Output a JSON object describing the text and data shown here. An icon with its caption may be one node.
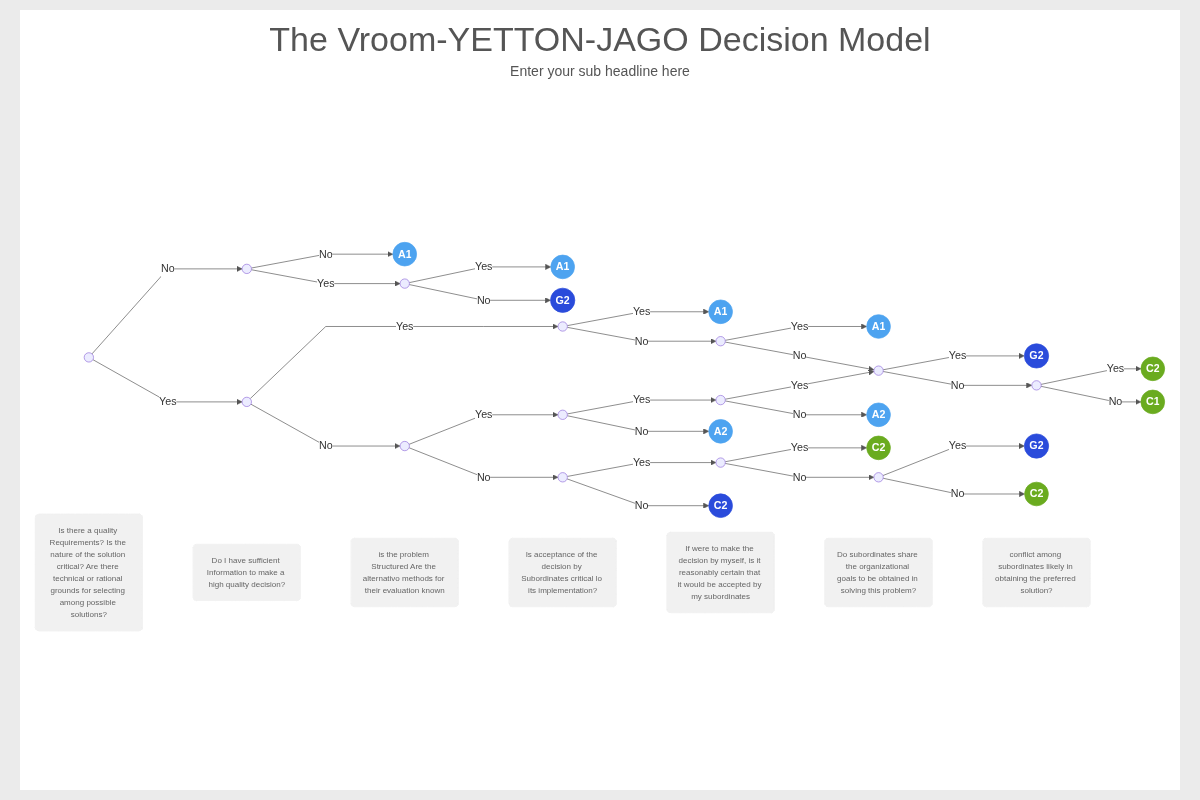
{
  "diagram": {
    "title": "The Vroom-YETTON-JAGO Decision Model",
    "nodes": [
      {
        "text": [],
        "shape": "circle"
      },
      {
        "text": [],
        "shape": "circle"
      },
      {
        "text": [],
        "shape": "circle"
      },
      {
        "text": [],
        "shape": "circle"
      },
      {
        "text": [],
        "shape": "circle"
      },
      {
        "text": [],
        "shape": "circle"
      },
      {
        "text": [],
        "shape": "circle"
      },
      {
        "text": [
          "A1"
        ]
      },
      {
        "text": [],
        "shape": "circle"
      },
      {
        "text": [
          "A1"
        ]
      },
      {
        "text": [],
        "shape": "circle"
      },
      {
        "text": [],
        "shape": "circle"
      },
      {
        "text": [
          "A2"
        ]
      },
      {
        "text": [
          "C2"
        ]
      },
      {
        "text": [
          "A1"
        ]
      },
      {
        "text": [
          "G2"
        ]
      },
      {
        "text": [
          "A1"
        ]
      },
      {
        "text": [],
        "shape": "circle"
      },
      {
        "text": [
          "A2"
        ]
      },
      {
        "text": [],
        "shape": "circle"
      },
      {
        "text": [
          "G2"
        ]
      },
      {
        "text": [],
        "shape": "circle"
      },
      {
        "text": [
          "C2"
        ]
      },
      {
        "text": [],
        "shape": "circle"
      },
      {
        "text": [
          "C2"
        ]
      },
      {
        "text": [
          "C1"
        ]
      },
      {
        "text": [
          "G2"
        ]
      },
      {
        "text": [
          "C2"
        ]
      },
      {
        "text": [
          "Is there a quality Requirements? Is the nature of the solution critical? Are there technical or rational grounds for selecting among possible solutions?"
        ]
      },
      {
        "text": [
          "Do I have sufficient Information to make a high quality decision?"
        ]
      },
      {
        "text": [
          "is the problem Structured Are the alternativo methods for their evaluation known"
        ]
      },
      {
        "text": [
          "Is acceptance of the decision by Subordinates critical lo its implementation?"
        ]
      },
      {
        "text": [
          "If were to make the decision by myself, is it reasonably certain that it would be accepted by my subordinates"
        ]
      },
      {
        "text": [
          "Do subordinates share the organizational goals to be obtained in solving this problem?"
        ]
      },
      {
        "text": [
          "conflict among subordinates likely in obtaining the preferred solution?"
        ]
      }
    ],
    "edges": [
      {
        "from": 0,
        "to": 3,
        "arrow": "to",
        "label": "No"
      },
      {
        "from": 0,
        "to": 1,
        "arrow": "to",
        "label": "Yes"
      },
      {
        "from": 3,
        "to": 7,
        "arrow": "to",
        "label": "No"
      },
      {
        "from": 3,
        "to": 8,
        "arrow": "to",
        "label": "Yes"
      },
      {
        "from": 8,
        "to": 14,
        "arrow": "to",
        "label": "Yes"
      },
      {
        "from": 8,
        "to": 15,
        "arrow": "to",
        "label": "No"
      },
      {
        "from": 1,
        "to": 4,
        "arrow": "to",
        "label": "Yes"
      },
      {
        "from": 1,
        "to": 2,
        "arrow": "to",
        "label": "No"
      },
      {
        "from": 4,
        "to": 9,
        "arrow": "to",
        "label": "Yes"
      },
      {
        "from": 4,
        "to": 10,
        "arrow": "to",
        "label": "No"
      },
      {
        "from": 10,
        "to": 16,
        "arrow": "to",
        "label": "Yes"
      },
      {
        "from": 10,
        "to": 17,
        "arrow": "to",
        "label": "No"
      },
      {
        "from": 2,
        "to": 5,
        "arrow": "to",
        "label": "Yes"
      },
      {
        "from": 2,
        "to": 6,
        "arrow": "to",
        "label": "No"
      },
      {
        "from": 5,
        "to": 11,
        "arrow": "to",
        "label": "Yes"
      },
      {
        "from": 5,
        "to": 12,
        "arrow": "to",
        "label": "No"
      },
      {
        "from": 11,
        "to": 17,
        "arrow": "to",
        "label": "Yes"
      },
      {
        "from": 11,
        "to": 18,
        "arrow": "to",
        "label": "No"
      },
      {
        "from": 6,
        "to": 19,
        "arrow": "to",
        "label": "Yes"
      },
      {
        "from": 6,
        "to": 13,
        "arrow": "to",
        "label": "No"
      },
      {
        "from": 17,
        "to": 20,
        "arrow": "to",
        "label": "Yes"
      },
      {
        "from": 17,
        "to": 21,
        "arrow": "to",
        "label": "No"
      },
      {
        "from": 21,
        "to": 24,
        "arrow": "to",
        "label": "Yes"
      },
      {
        "from": 21,
        "to": 25,
        "arrow": "to",
        "label": "No"
      },
      {
        "from": 19,
        "to": 22,
        "arrow": "to",
        "label": "Yes"
      },
      {
        "from": 19,
        "to": 23,
        "arrow": "to",
        "label": "No"
      },
      {
        "from": 23,
        "to": 26,
        "arrow": "to",
        "label": "Yes"
      },
      {
        "from": 23,
        "to": 27,
        "arrow": "to",
        "label": "No"
      }
    ],
    "labels": [
      "Enter your sub headline here"
    ]
  }
}
